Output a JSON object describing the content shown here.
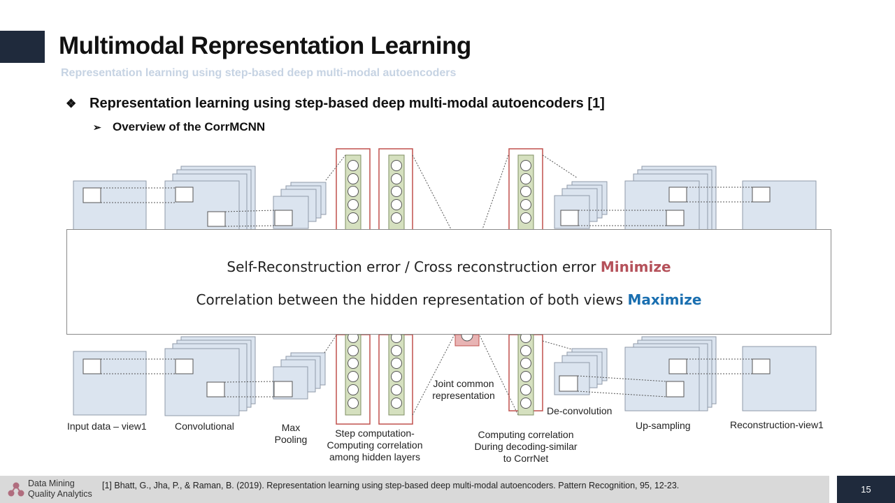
{
  "slide": {
    "title": "Multimodal Representation Learning",
    "subtitle": "Representation learning using step-based deep multi-modal autoencoders",
    "bullet_main": "Representation learning using step-based deep multi-modal autoencoders [1]",
    "bullet_sub": "Overview of the CorrMCNN",
    "bullet_main_glyph": "❖",
    "bullet_sub_glyph": "➢",
    "page_number": "15"
  },
  "diagram": {
    "labels": {
      "input": "Input data – view1",
      "conv": "Convolutional",
      "maxpool_1": "Max",
      "maxpool_2": "Pooling",
      "step_1": "Step computation-",
      "step_2": "Computing correlation",
      "step_3": "among hidden layers",
      "joint_1": "Joint common",
      "joint_2": "representation",
      "dec_1": "Computing correlation",
      "dec_2": "During decoding-similar",
      "dec_3": "to CorrNet",
      "deconv": "De-convolution",
      "upsample": "Up-sampling",
      "recon": "Reconstruction-view1"
    }
  },
  "overlay": {
    "line1_text": "Self-Reconstruction error / Cross reconstruction error ",
    "line1_keyword": "Minimize",
    "line2_text": "Correlation between the hidden representation of both views ",
    "line2_keyword": "Maximize"
  },
  "footer": {
    "logo_line1": "Data Mining",
    "logo_line2": "Quality Analytics",
    "citation": "[1] Bhatt, G., Jha, P., & Raman, B. (2019). Representation learning using step-based deep multi-modal autoencoders. Pattern Recognition, 95, 12-23."
  },
  "colors": {
    "accent_dark": "#1f2a3c",
    "subtitle": "#c6d3e3",
    "minimize": "#b5515a",
    "maximize": "#1a6fb0",
    "feature_map": "#dbe4ef",
    "neuron_fill": "#d5e0bf",
    "layer_outline": "#c0504d"
  }
}
